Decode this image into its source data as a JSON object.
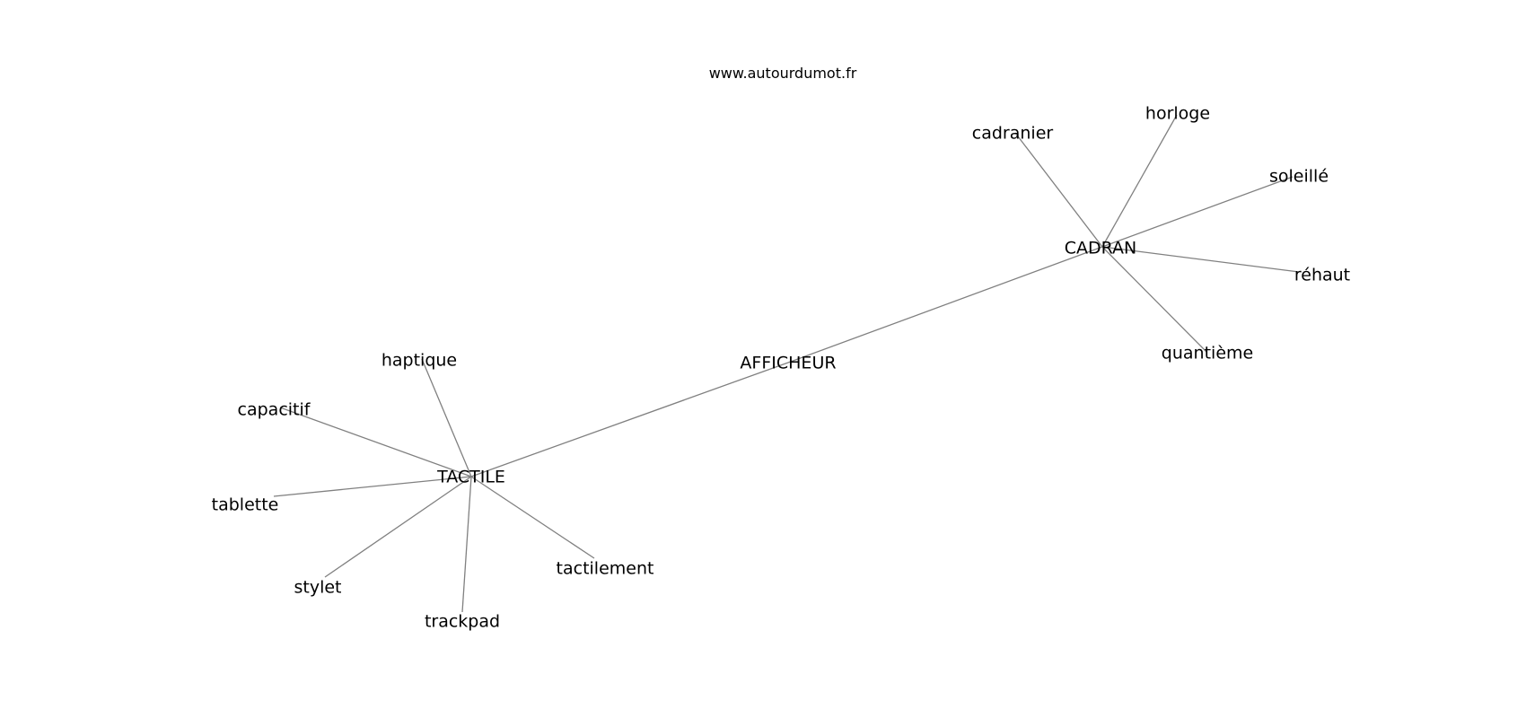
{
  "site": "www.autourdumot.fr",
  "colors": {
    "edge": "#808080",
    "text": "#000000",
    "background": "#ffffff"
  },
  "nodes": [
    {
      "id": "afficheur",
      "label": "AFFICHEUR"
    },
    {
      "id": "tactile",
      "label": "TACTILE"
    },
    {
      "id": "cadran",
      "label": "CADRAN"
    },
    {
      "id": "haptique",
      "label": "haptique"
    },
    {
      "id": "capacitif",
      "label": "capacitif"
    },
    {
      "id": "tablette",
      "label": "tablette"
    },
    {
      "id": "stylet",
      "label": "stylet"
    },
    {
      "id": "trackpad",
      "label": "trackpad"
    },
    {
      "id": "tactilement",
      "label": "tactilement"
    },
    {
      "id": "cadranier",
      "label": "cadranier"
    },
    {
      "id": "horloge",
      "label": "horloge"
    },
    {
      "id": "soleille",
      "label": "soleillé"
    },
    {
      "id": "rehaut",
      "label": "réhaut"
    },
    {
      "id": "quantieme",
      "label": "quantième"
    }
  ],
  "edges": [
    [
      "afficheur",
      "tactile"
    ],
    [
      "afficheur",
      "cadran"
    ],
    [
      "tactile",
      "haptique"
    ],
    [
      "tactile",
      "capacitif"
    ],
    [
      "tactile",
      "tablette"
    ],
    [
      "tactile",
      "stylet"
    ],
    [
      "tactile",
      "trackpad"
    ],
    [
      "tactile",
      "tactilement"
    ],
    [
      "cadran",
      "cadranier"
    ],
    [
      "cadran",
      "horloge"
    ],
    [
      "cadran",
      "soleille"
    ],
    [
      "cadran",
      "rehaut"
    ],
    [
      "cadran",
      "quantieme"
    ]
  ]
}
